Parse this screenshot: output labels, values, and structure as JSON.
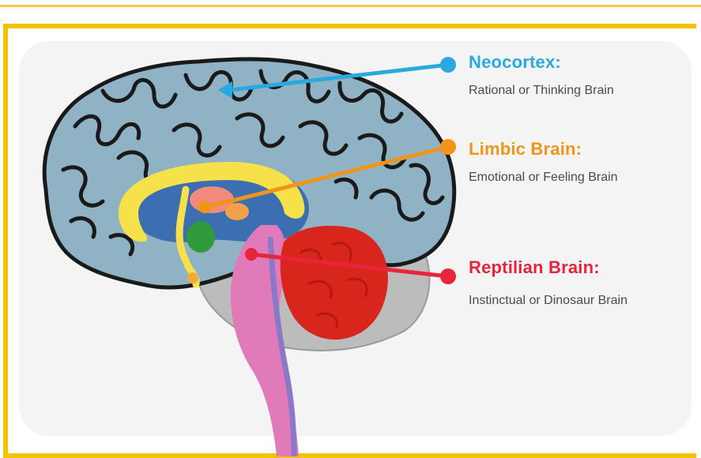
{
  "labels": {
    "neocortex": {
      "title": "Neocortex:",
      "description": "Rational or Thinking Brain",
      "color": "#29a9df"
    },
    "limbic": {
      "title": "Limbic Brain:",
      "description": "Emotional or Feeling Brain",
      "color": "#f29418"
    },
    "reptilian": {
      "title": "Reptilian Brain:",
      "description": "Instinctual or Dinosaur Brain",
      "color": "#e8243a"
    }
  },
  "colors": {
    "frame": "#f5c200",
    "cortex": "#8fb3c4",
    "folds": "#1a1a1a",
    "limbic_yellow": "#f7e14a",
    "brainstem": "#e07ab8",
    "cerebellum": "#d9261c",
    "inner_blue": "#3b6fb2",
    "amygdala": "#2e9a3a"
  }
}
